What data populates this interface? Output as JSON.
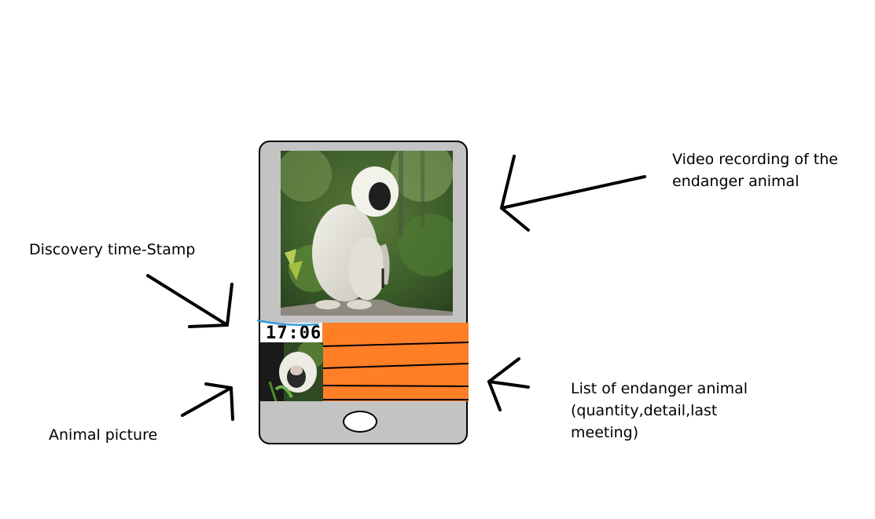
{
  "annotations": {
    "video": "Video recording of the endanger animal",
    "timestamp": "Discovery time-Stamp",
    "picture": "Animal picture",
    "list": "List of endanger animal (quantity,detail,last meeting)"
  },
  "phone": {
    "stamp_text": "17:06"
  },
  "colors": {
    "phone_body": "#c3c3c3",
    "list_panel": "#ff7f27",
    "accent_line": "#3a9ad9"
  }
}
